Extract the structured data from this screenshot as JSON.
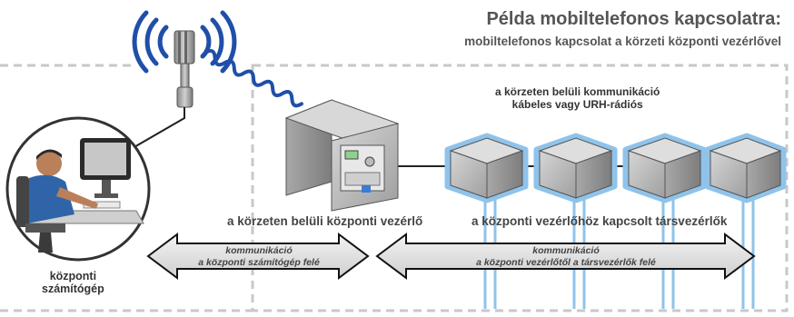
{
  "header": {
    "title": "Példa mobiltelefonos kapcsolatra:",
    "subtitle": "mobiltelefonos kapcsolat a körzeti központi vezérlővel"
  },
  "labels": {
    "field_comm_line1": "a körzeten belüli kommunikáció",
    "field_comm_line2": "kábeles vagy URH-rádiós",
    "central_controller": "a körzeten belüli központi vezérlő",
    "satellites": "a központi vezérlőhöz kapcsolt társvezérlők",
    "computer_line1": "központi",
    "computer_line2": "számítógép"
  },
  "arrows": {
    "left_line1": "kommunikáció",
    "left_line2": "a központi számítógép felé",
    "right_line1": "kommunikáció",
    "right_line2": "a központi vezérlőtől a társvezérlők felé"
  },
  "colors": {
    "title_text": "#555555",
    "dashed_border": "#c8c8c8",
    "wifi_blue": "#1f4fa8",
    "glow_blue": "#8fc3ea",
    "box_grey": "#bdbdbd",
    "arrow_fill": "#e3e3e3"
  }
}
